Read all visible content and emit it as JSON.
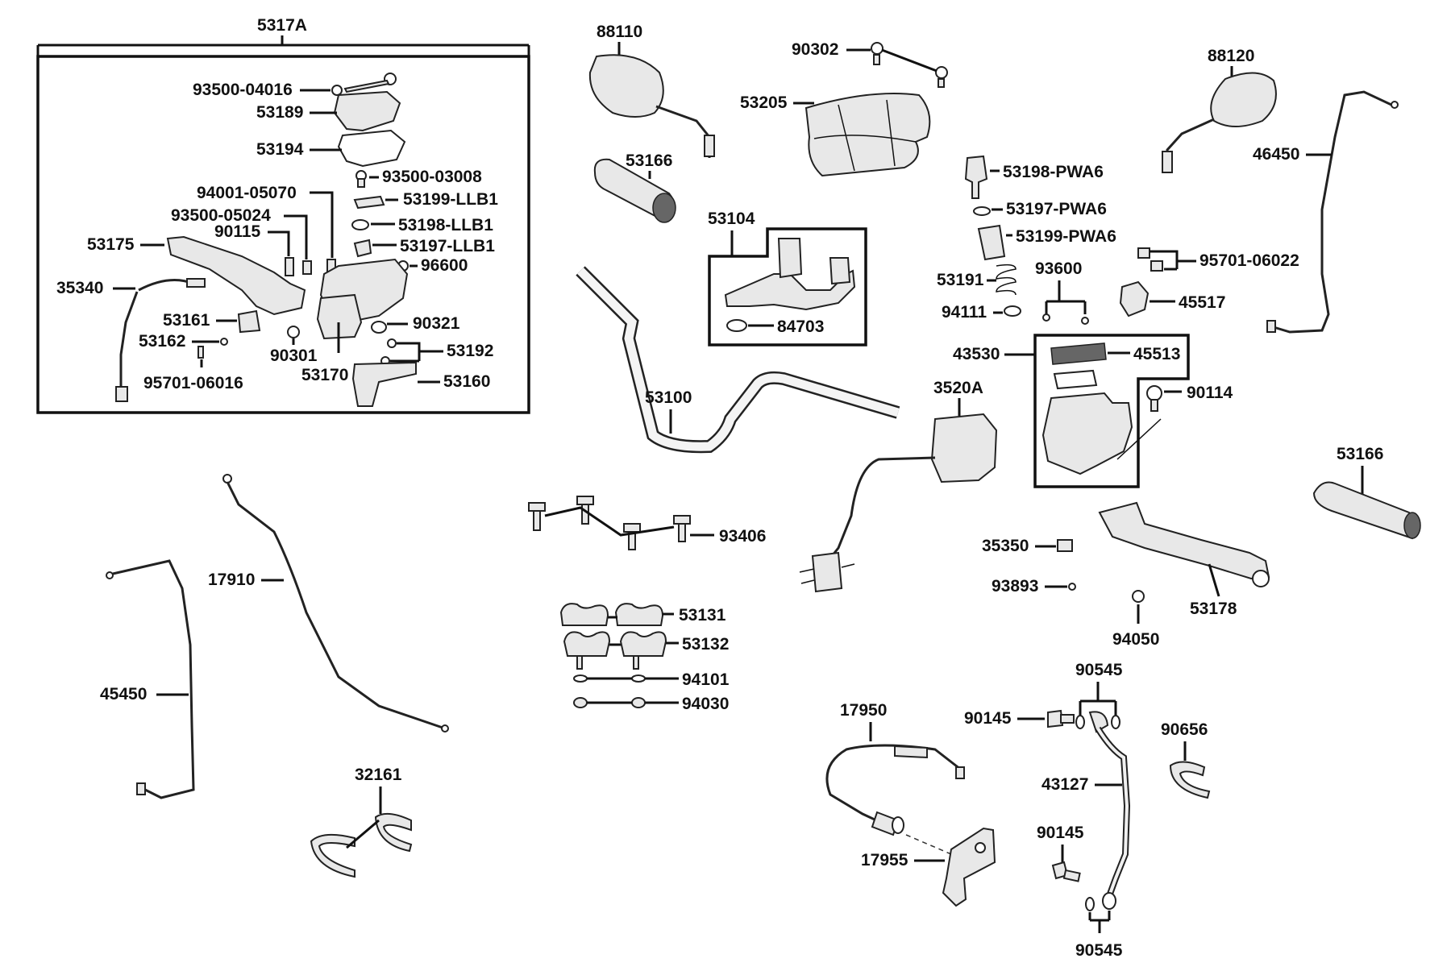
{
  "labels": {
    "l5317A": "5317A",
    "l93500_04016": "93500-04016",
    "l53189": "53189",
    "l53194": "53194",
    "l93500_03008": "93500-03008",
    "l94001_05070": "94001-05070",
    "l53199_LLB1": "53199-LLB1",
    "l93500_05024": "93500-05024",
    "l53198_LLB1": "53198-LLB1",
    "l90115": "90115",
    "l53197_LLB1": "53197-LLB1",
    "l53175": "53175",
    "l96600": "96600",
    "l35340": "35340",
    "l53161": "53161",
    "l90321": "90321",
    "l53162": "53162",
    "l53192": "53192",
    "l90301": "90301",
    "l95701_06016": "95701-06016",
    "l53170": "53170",
    "l53160": "53160",
    "l88110": "88110",
    "l53166a": "53166",
    "l90302": "90302",
    "l53205": "53205",
    "l53104": "53104",
    "l84703": "84703",
    "l53100": "53100",
    "l93406": "93406",
    "l53131": "53131",
    "l53132": "53132",
    "l94101": "94101",
    "l94030": "94030",
    "l17910": "17910",
    "l45450": "45450",
    "l32161": "32161",
    "l53198_PWA6": "53198-PWA6",
    "l53197_PWA6": "53197-PWA6",
    "l53199_PWA6": "53199-PWA6",
    "l53191": "53191",
    "l93600": "93600",
    "l94111": "94111",
    "l43530": "43530",
    "l45513": "45513",
    "l3520A": "3520A",
    "l90114": "90114",
    "l88120": "88120",
    "l46450": "46450",
    "l95701_06022": "95701-06022",
    "l45517": "45517",
    "l53166b": "53166",
    "l35350": "35350",
    "l93893": "93893",
    "l53178": "53178",
    "l94050": "94050",
    "l17950": "17950",
    "l17955": "17955",
    "l90545a": "90545",
    "l90145a": "90145",
    "l43127": "43127",
    "l90145b": "90145",
    "l90545b": "90545",
    "l90656": "90656"
  }
}
